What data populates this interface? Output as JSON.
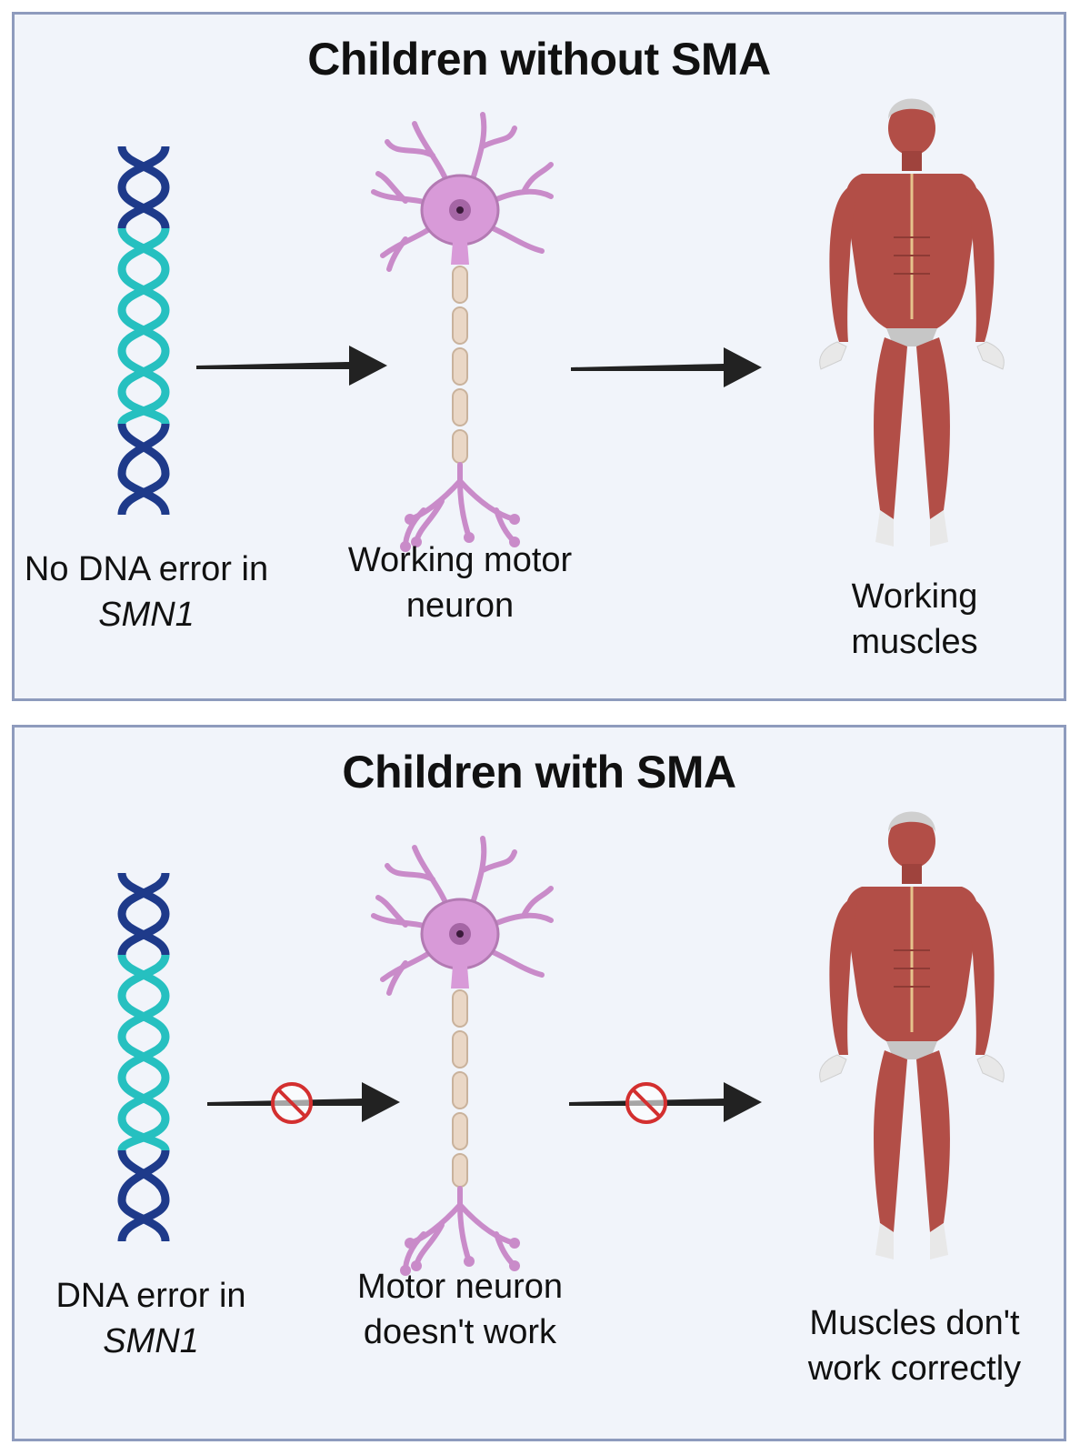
{
  "panels": {
    "top": {
      "title": "Children without SMA",
      "dna_label": {
        "text": "No DNA error in",
        "gene": "SMN1"
      },
      "neuron_label": "Working motor neuron",
      "muscle_label": "Working muscles"
    },
    "bottom": {
      "title": "Children with SMA",
      "dna_label": {
        "text": "DNA error in",
        "gene": "SMN1"
      },
      "neuron_label": "Motor neuron doesn't work",
      "muscle_label": "Muscles don't work correctly"
    }
  },
  "icons": {
    "dna": "dna-helix-icon",
    "neuron": "motor-neuron-icon",
    "body": "human-muscular-body-icon",
    "arrow": "arrow-right-icon",
    "blocked": "prohibited-icon"
  },
  "colors": {
    "panel_bg": "#f1f4fa",
    "panel_border": "#8e9bbd",
    "dna_dark": "#1e3a8a",
    "dna_light": "#26c0c0",
    "neuron": "#c98bc9",
    "muscle": "#b24e47",
    "prohibited": "#d32f2f"
  }
}
